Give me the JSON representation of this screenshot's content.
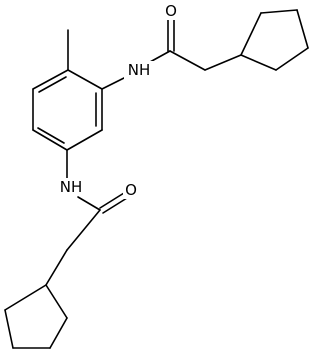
{
  "molecule": {
    "atoms": {
      "o_upper": "O",
      "nh_upper": "NH",
      "nh_lower": "NH",
      "o_lower": "O"
    }
  },
  "colors": {
    "bond": "#000000",
    "background": "#ffffff"
  }
}
